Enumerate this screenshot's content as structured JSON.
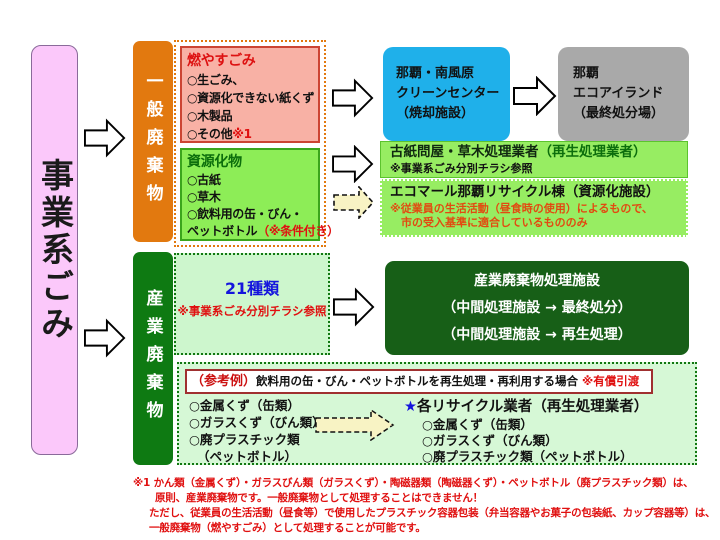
{
  "root": {
    "title": "事業系ごみ"
  },
  "general": {
    "label": "一般廃棄物",
    "burnable": {
      "title": "燃やすごみ",
      "items": [
        "○生ごみ、",
        "○資源化できない紙くず",
        "○木製品",
        "○その他"
      ],
      "ref_mark": "※1"
    },
    "recyclable": {
      "title": "資源化物",
      "items": [
        "○古紙",
        "○草木",
        "○飲料用の缶・びん・"
      ],
      "last_item": "ペットボトル",
      "condition": "（※条件付き）"
    }
  },
  "industrial": {
    "label": "産業廃棄物",
    "kinds": {
      "count": "21種類",
      "note": "※事業系ごみ分別チラシ参照"
    },
    "processing": {
      "lines": [
        "産業廃棄物処理施設",
        "（中間処理施設 → 最終処分）",
        "（中間処理施設 → 再生処理）"
      ]
    }
  },
  "facilities": {
    "clean_center": {
      "lines": [
        "那覇・南風原",
        "クリーンセンター",
        "（焼却施設）"
      ]
    },
    "eco_island": {
      "lines": [
        "那覇",
        "エコアイランド",
        "（最終処分場）"
      ]
    },
    "paper_dealer": {
      "title": "古紙問屋・草木処理業者",
      "title_paren": "（再生処理業者）",
      "note": "※事業系ごみ分別チラシ参照"
    },
    "ecomall": {
      "title": "エコマール那覇リサイクル棟（資源化施設）",
      "note_lines": [
        "※従業員の生活活動（昼食時の使用）によるもので、",
        "市の受入基準に適合しているもののみ"
      ]
    }
  },
  "reference": {
    "header": {
      "label": "（参考例）",
      "text": "飲料用の缶・びん・ペットボトルを再生処理・再利用する場合",
      "note": "※有償引渡"
    },
    "left_items": [
      "○金属くず（缶類）",
      "○ガラスくず（びん類）",
      "○廃プラスチック類",
      "（ペットボトル）"
    ],
    "right": {
      "star": "★",
      "title": "各リサイクル業者（再生処理業者）",
      "items": [
        "○金属くず（缶類）",
        "○ガラスくず（びん類）",
        "○廃プラスチック類（ペットボトル）"
      ]
    }
  },
  "footnote": {
    "lines": [
      "※1 かん類（金属くず）・ガラスびん類（ガラスくず）・陶磁器類（陶磁器くず）・ペットボトル（廃プラスチック類）は、",
      "原則、産業廃棄物です。一般廃棄物として処理することはできません！",
      "ただし、従業員の生活活動（昼食等）で使用したプラスチック容器包装（弁当容器やお菓子の包装紙、カップ容器等）は、",
      "一般廃棄物（燃やすごみ）として処理することが可能です。"
    ]
  },
  "colors": {
    "root_pink": "#fbc8fa",
    "general_orange": "#e2790f",
    "burnable_salmon": "#f8b1a5",
    "recyclable_green": "#8ded57",
    "facility_blue": "#1fb0ea",
    "landfill_gray": "#a9a9a9",
    "recycler_green": "#97ed62",
    "industrial_green": "#0e7a12",
    "processing_green": "#175f17",
    "pale_green": "#d6f8d6",
    "note_red": "#e01010",
    "count_blue": "#1515dd",
    "arrow_yellow": "#f8f3c4"
  }
}
